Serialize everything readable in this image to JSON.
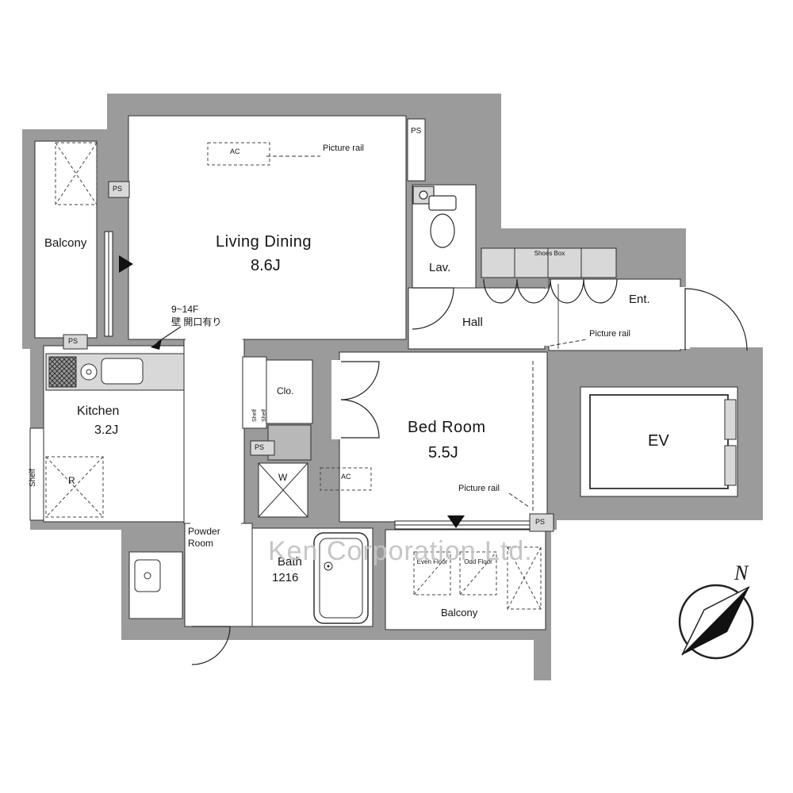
{
  "watermark": "Ken Corporation Ltd.",
  "compass": {
    "north": "N"
  },
  "rooms": {
    "balcony_top": {
      "name": "Balcony"
    },
    "living": {
      "name": "Living Dining",
      "size": "8.6J"
    },
    "lavatory": {
      "name": "Lav."
    },
    "hall": {
      "name": "Hall"
    },
    "entrance": {
      "name": "Ent."
    },
    "kitchen": {
      "name": "Kitchen",
      "size": "3.2J"
    },
    "closet": {
      "name": "Clo."
    },
    "bedroom": {
      "name": "Bed Room",
      "size": "5.5J"
    },
    "elevator": {
      "name": "EV"
    },
    "powder_room": {
      "name": "Powder Room"
    },
    "bath": {
      "name": "Bath",
      "size": "1216"
    },
    "balcony_bottom": {
      "name": "Balcony"
    }
  },
  "labels": {
    "picture_rail": "Picture rail",
    "ps": "PS",
    "shelf": "Shelf",
    "shoes_box": "Shoes Box",
    "refrigerator": "R",
    "washer": "W",
    "air_conditioner": "AC",
    "even_floor": "Even Floor",
    "odd_floor": "Odd Floor",
    "wall_note_line1": "9~14F",
    "wall_note_line2": "壁 開口有り"
  },
  "colors": {
    "wall": "#9b9b9b",
    "fixture_gray": "#d8d8d8",
    "watermark_gray": "#c3c3c3"
  }
}
